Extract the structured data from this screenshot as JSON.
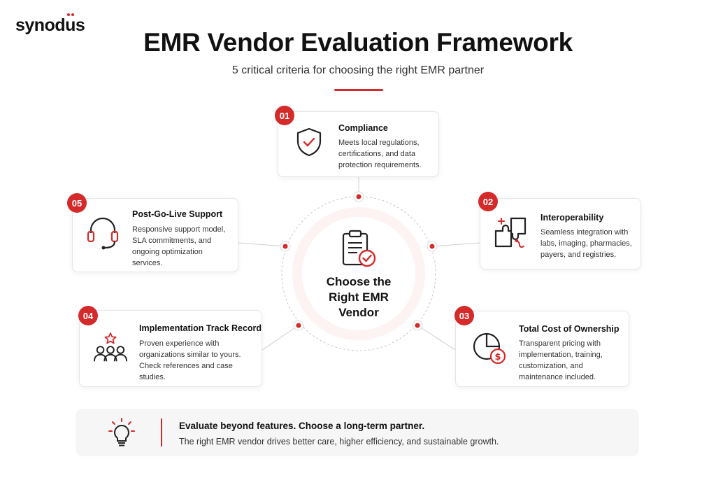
{
  "brand": {
    "name_prefix": "synod",
    "name_u": "u",
    "name_suffix": "s",
    "accent": "#d42a2a"
  },
  "header": {
    "title": "EMR Vendor Evaluation Framework",
    "subtitle": "5 critical criteria for choosing the right EMR partner"
  },
  "hub": {
    "label": "Choose the Right EMR Vendor",
    "icon": "clipboard-check-icon"
  },
  "criteria": [
    {
      "number": "01",
      "title": "Compliance",
      "description": "Meets local regulations, certifications, and data protection requirements.",
      "icon": "shield-check-icon"
    },
    {
      "number": "02",
      "title": "Interoperability",
      "description": "Seamless integration with labs, imaging, pharmacies, payers, and registries.",
      "icon": "puzzle-icon"
    },
    {
      "number": "03",
      "title": "Total Cost of Ownership",
      "description": "Transparent pricing with implementation, training, customization, and maintenance included.",
      "icon": "pie-dollar-icon"
    },
    {
      "number": "04",
      "title": "Implementation Track Record",
      "description": "Proven experience with organizations similar to yours. Check references and case studies.",
      "icon": "team-star-icon"
    },
    {
      "number": "05",
      "title": "Post-Go-Live Support",
      "description": "Responsive support model, SLA commitments, and ongoing optimization services.",
      "icon": "headset-icon"
    }
  ],
  "footer": {
    "headline": "Evaluate beyond features. Choose a long-term partner.",
    "subline": "The right EMR vendor drives better care, higher efficiency, and sustainable growth.",
    "icon": "lightbulb-icon"
  }
}
